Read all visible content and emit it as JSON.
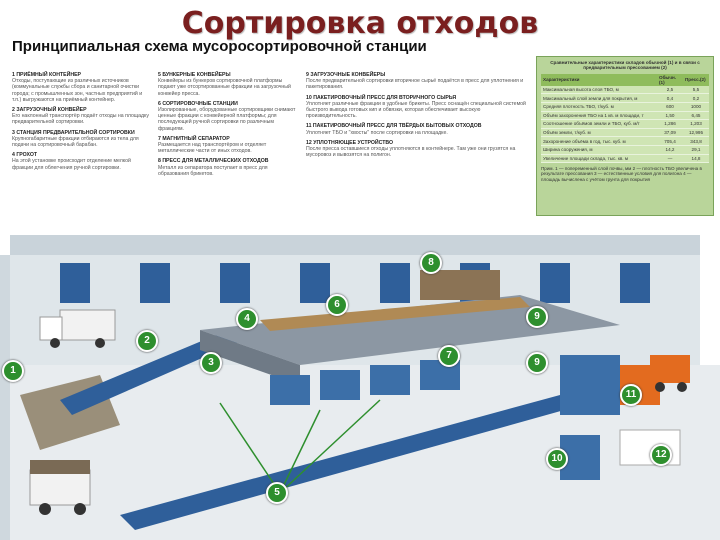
{
  "title": "Сортировка отходов",
  "heading": "Принципиальная схема мусоросортировочной станции",
  "legend": [
    {
      "title": "1 Приёмный контейнер",
      "text": "Отходы, поступающие из различных источников (коммунальные службы сбора и санитарной очистки города; с промышленных зон, частных предприятий и т.п.) выгружаются на приёмный контейнер."
    },
    {
      "title": "2 Загрузочный конвейер",
      "text": "Его наклонный транспортёр подаёт отходы на площадку предварительной сортировки."
    },
    {
      "title": "3 Станция предварительной сортировки",
      "text": "Крупногабаритные фракции отбираются из тела для подачи на сортировочный барабан."
    },
    {
      "title": "4 Грохот",
      "text": "На этой установке происходит отделение мелкой фракции для облегчения ручной сортировки."
    },
    {
      "title": "5 Бункерные конвейеры",
      "text": "Конвейеры из бункеров сортировочной платформы подают уже отсортированные фракции на загрузочный конвейер пресса."
    },
    {
      "title": "6 Сортировочные станции",
      "text": "Изолированные, оборудованные сортировщики снимают ценные фракции с конвейерной платформы; для последующей ручной сортировки по различным фракциям."
    },
    {
      "title": "7 Магнитный сепаратор",
      "text": "Размещается над транспортёром и отделяет металлические части от иных отходов."
    },
    {
      "title": "8 Пресс для металлических отходов",
      "text": "Металл из сепаратора поступает в пресс для образования брикетов."
    },
    {
      "title": "9 Загрузочные конвейеры",
      "text": "После предварительной сортировки вторичное сырьё подаётся в пресс для уплотнения и пакетирования."
    },
    {
      "title": "10 Пакетировочный пресс для вторичного сырья",
      "text": "Уплотняет различные фракции в удобные брикеты. Пресс оснащён специальной системой быстрого вывода готовых кип и обвязки, которая обеспечивает высокую производительность."
    },
    {
      "title": "11 Пакетировочный пресс для твёрдых бытовых отходов",
      "text": "Уплотняет ТБО и \"хвосты\" после сортировки на площадке."
    },
    {
      "title": "12 Уплотняющее устройство",
      "text": "После пресса оставшиеся отходы уплотняются в контейнере. Там уже они грузятся на мусоровоз и вывозятся на полигон."
    }
  ],
  "table": {
    "caption": "Сравнительные характеристики складов обычной (1) и в связи с предварительным прессованием (2)",
    "headers": [
      "Характеристики",
      "Обычн.(1)",
      "Пресс.(2)"
    ],
    "rows": [
      [
        "Максимальная высота слоя ТБО, м",
        "2,5",
        "5,5"
      ],
      [
        "Максимальный слой земли для покрытия, м",
        "0,4",
        "0,2"
      ],
      [
        "Средняя плотность ТБО, т/куб. м",
        "600",
        "1000"
      ],
      [
        "Объём захоронения ТБО на 1 кв. м площади, т",
        "1,50",
        "6,45"
      ],
      [
        "Соотношение объёмов земли и ТБО, куб. м/т",
        "1,286",
        "1,203"
      ],
      [
        "Объём земли, т/куб. м",
        "37,09",
        "12,995"
      ],
      [
        "Захоронение объёма в год, тыс. куб. м",
        "705,4",
        "343,8"
      ],
      [
        "Ширина сооружения, м",
        "14,2",
        "29,1"
      ],
      [
        "Увеличение площади склада, тыс. кв. м",
        "—",
        "14,8"
      ]
    ],
    "note": "Прим. 1 — попеременный слой почвы, мм  2 — плотность ТБО увеличена в результате прессования  3 — естественные условия для полигона  4 — площадь вычислена с учётом грунта для покрытия"
  },
  "markers": [
    "1",
    "2",
    "3",
    "4",
    "5",
    "6",
    "7",
    "8",
    "9",
    "9",
    "10",
    "11",
    "12"
  ],
  "colors": {
    "title": "#7a1f1f",
    "badge": "#2e8f2e",
    "conveyor": "#2f5f9a",
    "table_bg": "#b9d59a",
    "wall": "#dfe6ea"
  }
}
